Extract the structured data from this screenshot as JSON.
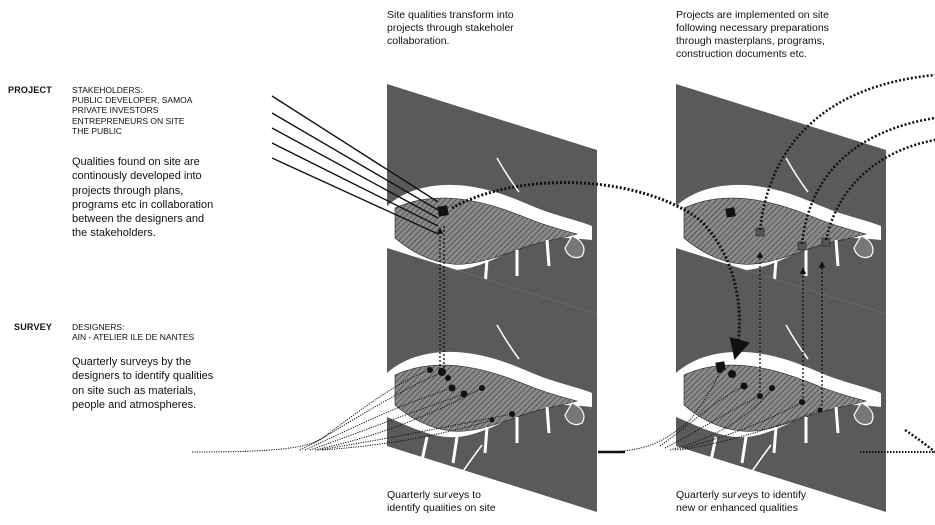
{
  "project": {
    "label": "PROJECT",
    "stakeholders": "STAKEHOLDERS:\nPUBLIC DEVELOPER, SAMOA\nPRIVATE INVESTORS\nENTREPRENEURS ON SITE\nTHE PUBLIC",
    "description": "Qualities found on site are\ncontinously developed into\nprojects through plans,\nprograms etc in collaboration\nbetween the designers and\nthe stakeholders."
  },
  "survey": {
    "label": "SURVEY",
    "designers": "DESIGNERS:\nAIN - ATELIER ILE DE NANTES",
    "description": "Quarterly surveys by the\ndesigners to identify qualities\non site such as materials,\npeople and atmospheres."
  },
  "captions": {
    "top_middle": "Site qualities transform into\nprojects through stakeholer\ncollaboration.",
    "top_right": "Projects are implemented on site\nfollowing necessary preparations\nthrough masterplans, programs,\nconstruction documents etc.",
    "bottom_middle": "Quarterly surveys to\nidentify qualities on site",
    "bottom_right": "Quarterly surveys to identify\nnew or enhanced qualities"
  },
  "colors": {
    "plane": "#5a5a5a",
    "island": "#8a8a8a",
    "river": "#ffffff",
    "ink": "#111111"
  }
}
